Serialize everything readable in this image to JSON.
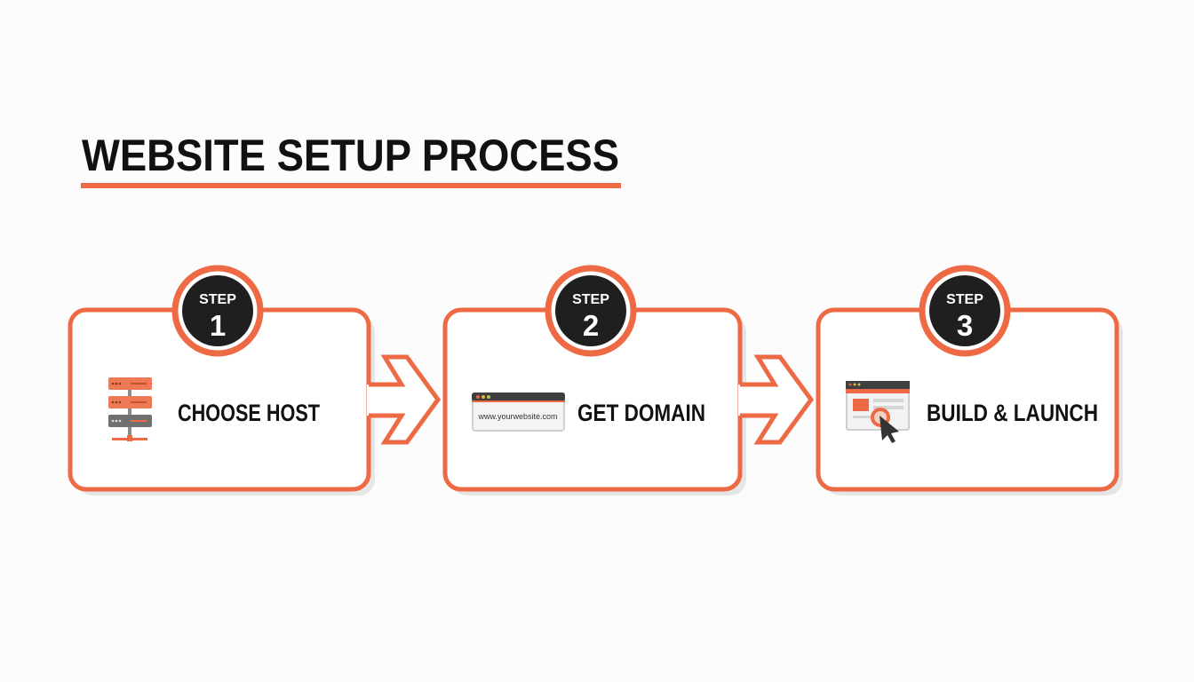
{
  "title": "WEBSITE SETUP PROCESS",
  "colors": {
    "accent": "#ee6a45",
    "dark": "#1f1f1f",
    "gray": "#6b6b6b",
    "background": "#fcfcfc"
  },
  "steps": [
    {
      "badge": "STEP",
      "number": "1",
      "label": "CHOOSE HOST",
      "icon": "server-rack-icon"
    },
    {
      "badge": "STEP",
      "number": "2",
      "label": "GET DOMAIN",
      "icon": "browser-url-icon",
      "url": "www.yourwebsite.com"
    },
    {
      "badge": "STEP",
      "number": "3",
      "label": "BUILD & LAUNCH",
      "icon": "browser-click-icon"
    }
  ]
}
